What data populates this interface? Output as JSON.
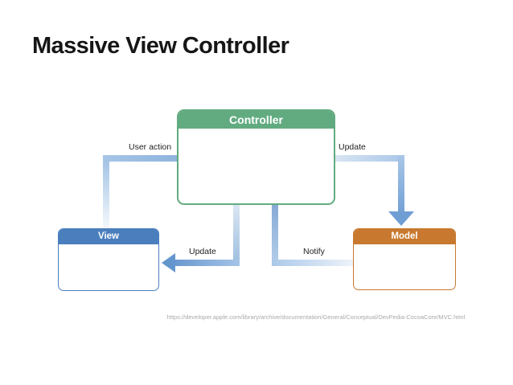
{
  "slide": {
    "title": "Massive View Controller",
    "source_url": "https://developer.apple.com/library/archive/documentation/General/Conceptual/DevPedia-CocoaCore/MVC.html"
  },
  "diagram": {
    "nodes": {
      "controller": {
        "label": "Controller",
        "color": "#62ab80"
      },
      "view": {
        "label": "View",
        "color": "#4a7ebd"
      },
      "model": {
        "label": "Model",
        "color": "#c8792f"
      }
    },
    "edges": [
      {
        "label": "User action",
        "from": "view",
        "to": "controller"
      },
      {
        "label": "Update",
        "from": "controller",
        "to": "model"
      },
      {
        "label": "Update",
        "from": "controller",
        "to": "view"
      },
      {
        "label": "Notify",
        "from": "model",
        "to": "controller"
      }
    ],
    "arrow_color": "#6f9ed4"
  }
}
